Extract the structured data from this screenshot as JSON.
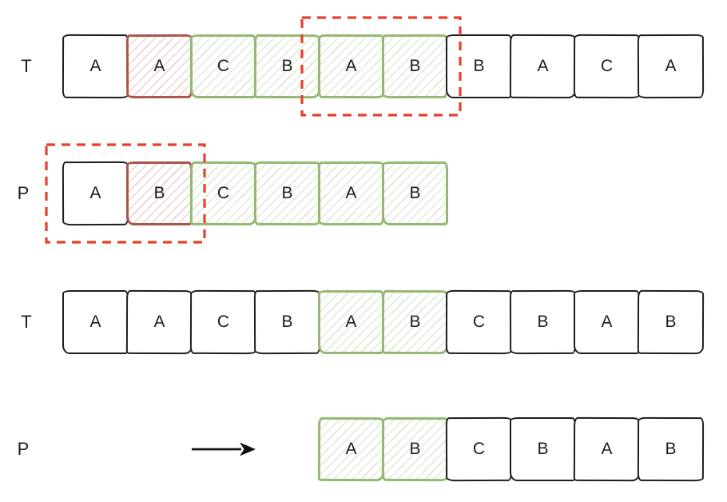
{
  "colors": {
    "ink": "#1d1d1d",
    "green_border": "#94b873",
    "green_hatch": "rgba(148,184,115,0.30)",
    "red_border": "#a8564b",
    "red_hatch": "rgba(196,118,108,0.32)",
    "dashed_red": "#e6402b",
    "arrow": "#111111"
  },
  "icons": {
    "shift_arrow": "right-arrow"
  },
  "rows": [
    {
      "label": "T",
      "cells": [
        {
          "letter": "A",
          "highlight": "none"
        },
        {
          "letter": "A",
          "highlight": "red"
        },
        {
          "letter": "C",
          "highlight": "green"
        },
        {
          "letter": "B",
          "highlight": "green"
        },
        {
          "letter": "A",
          "highlight": "green"
        },
        {
          "letter": "B",
          "highlight": "green"
        },
        {
          "letter": "B",
          "highlight": "none"
        },
        {
          "letter": "A",
          "highlight": "none"
        },
        {
          "letter": "C",
          "highlight": "none"
        },
        {
          "letter": "A",
          "highlight": "none"
        }
      ],
      "dashed_box": {
        "start_index": 4,
        "span": 2
      }
    },
    {
      "label": "P",
      "cells": [
        {
          "letter": "A",
          "highlight": "none"
        },
        {
          "letter": "B",
          "highlight": "red"
        },
        {
          "letter": "C",
          "highlight": "green"
        },
        {
          "letter": "B",
          "highlight": "green"
        },
        {
          "letter": "A",
          "highlight": "green"
        },
        {
          "letter": "B",
          "highlight": "green"
        }
      ],
      "dashed_box": {
        "start_index": 0,
        "span": 2
      }
    },
    {
      "label": "T",
      "cells": [
        {
          "letter": "A",
          "highlight": "none"
        },
        {
          "letter": "A",
          "highlight": "none"
        },
        {
          "letter": "C",
          "highlight": "none"
        },
        {
          "letter": "B",
          "highlight": "none"
        },
        {
          "letter": "A",
          "highlight": "green"
        },
        {
          "letter": "B",
          "highlight": "green"
        },
        {
          "letter": "C",
          "highlight": "none"
        },
        {
          "letter": "B",
          "highlight": "none"
        },
        {
          "letter": "A",
          "highlight": "none"
        },
        {
          "letter": "B",
          "highlight": "none"
        }
      ],
      "dashed_box": null
    },
    {
      "label": "P",
      "cells": [
        {
          "letter": "A",
          "highlight": "green"
        },
        {
          "letter": "B",
          "highlight": "green"
        },
        {
          "letter": "C",
          "highlight": "none"
        },
        {
          "letter": "B",
          "highlight": "none"
        },
        {
          "letter": "A",
          "highlight": "none"
        },
        {
          "letter": "B",
          "highlight": "none"
        }
      ],
      "dashed_box": null
    }
  ]
}
